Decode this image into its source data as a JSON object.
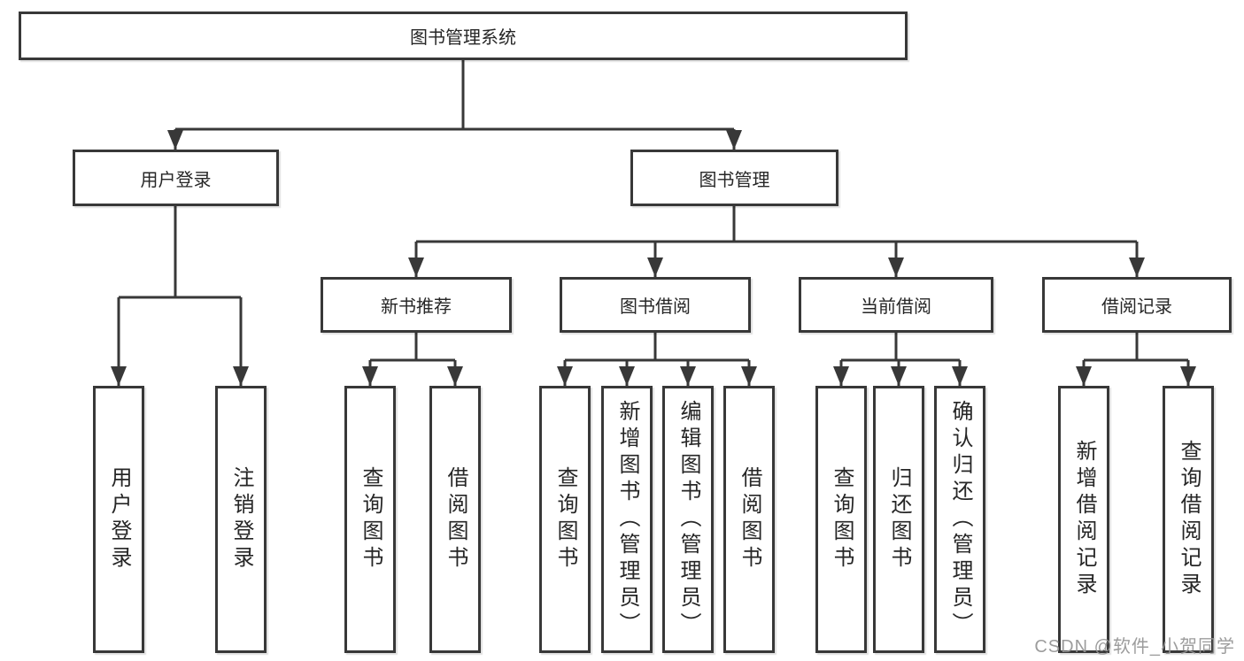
{
  "tree": {
    "root": {
      "label": "图书管理系统"
    },
    "branches": [
      {
        "label": "用户登录",
        "leaves": [
          "用户登录",
          "注销登录"
        ]
      },
      {
        "label": "图书管理",
        "groups": [
          {
            "label": "新书推荐",
            "leaves": [
              "查询图书",
              "借阅图书"
            ]
          },
          {
            "label": "图书借阅",
            "leaves": [
              "查询图书",
              "新增图书（管理员）",
              "编辑图书（管理员）",
              "借阅图书"
            ]
          },
          {
            "label": "当前借阅",
            "leaves": [
              "查询图书",
              "归还图书",
              "确认归还（管理员）"
            ]
          },
          {
            "label": "借阅记录",
            "leaves": [
              "新增借阅记录",
              "查询借阅记录"
            ]
          }
        ]
      }
    ]
  },
  "watermark": {
    "text": "CSDN @软件_小贺同学"
  },
  "colors": {
    "line": "#383838",
    "box_border": "#383838",
    "box_fill": "#ffffff",
    "text": "#262626",
    "watermark_text": "#949494",
    "background": "#ffffff"
  }
}
